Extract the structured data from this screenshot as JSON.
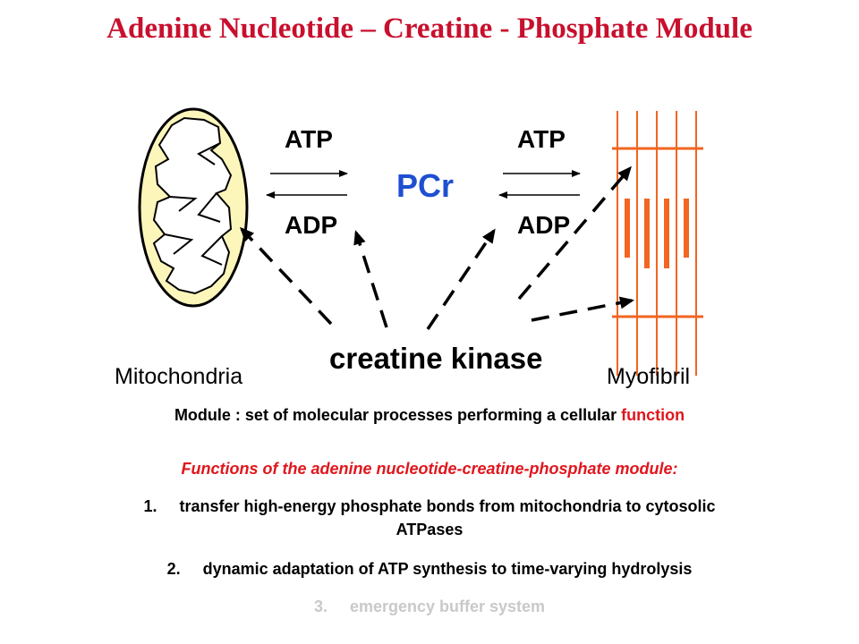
{
  "title": "Adenine Nucleotide – Creatine - Phosphate Module",
  "diagram": {
    "left_atp": "ATP",
    "left_adp": "ADP",
    "right_atp": "ATP",
    "right_adp": "ADP",
    "pcr": "PCr",
    "enzyme": "creatine kinase",
    "left_cell": "Mitochondria",
    "right_cell": "Myofibril"
  },
  "definition": {
    "prefix": "Module : set of molecular processes performing a cellular ",
    "highlight": "function"
  },
  "functions": {
    "heading_highlight": "Functions",
    "heading_rest": " of the adenine nucleotide-creatine-phosphate module:",
    "items": [
      {
        "number": "1.",
        "text": "transfer high-energy phosphate bonds from mitochondria to cytosolic",
        "text_cont": "ATPases"
      },
      {
        "number": "2.",
        "text": "dynamic adaptation of ATP synthesis to time-varying hydrolysis"
      },
      {
        "number": "3.",
        "text": "emergency buffer system"
      }
    ]
  },
  "colors": {
    "title": "#c8102e",
    "pcr": "#1f4fd1",
    "myofibril": "#f26522",
    "mitochondria_fill": "#fdf6bb",
    "faded_text": "#c9c9c9"
  }
}
